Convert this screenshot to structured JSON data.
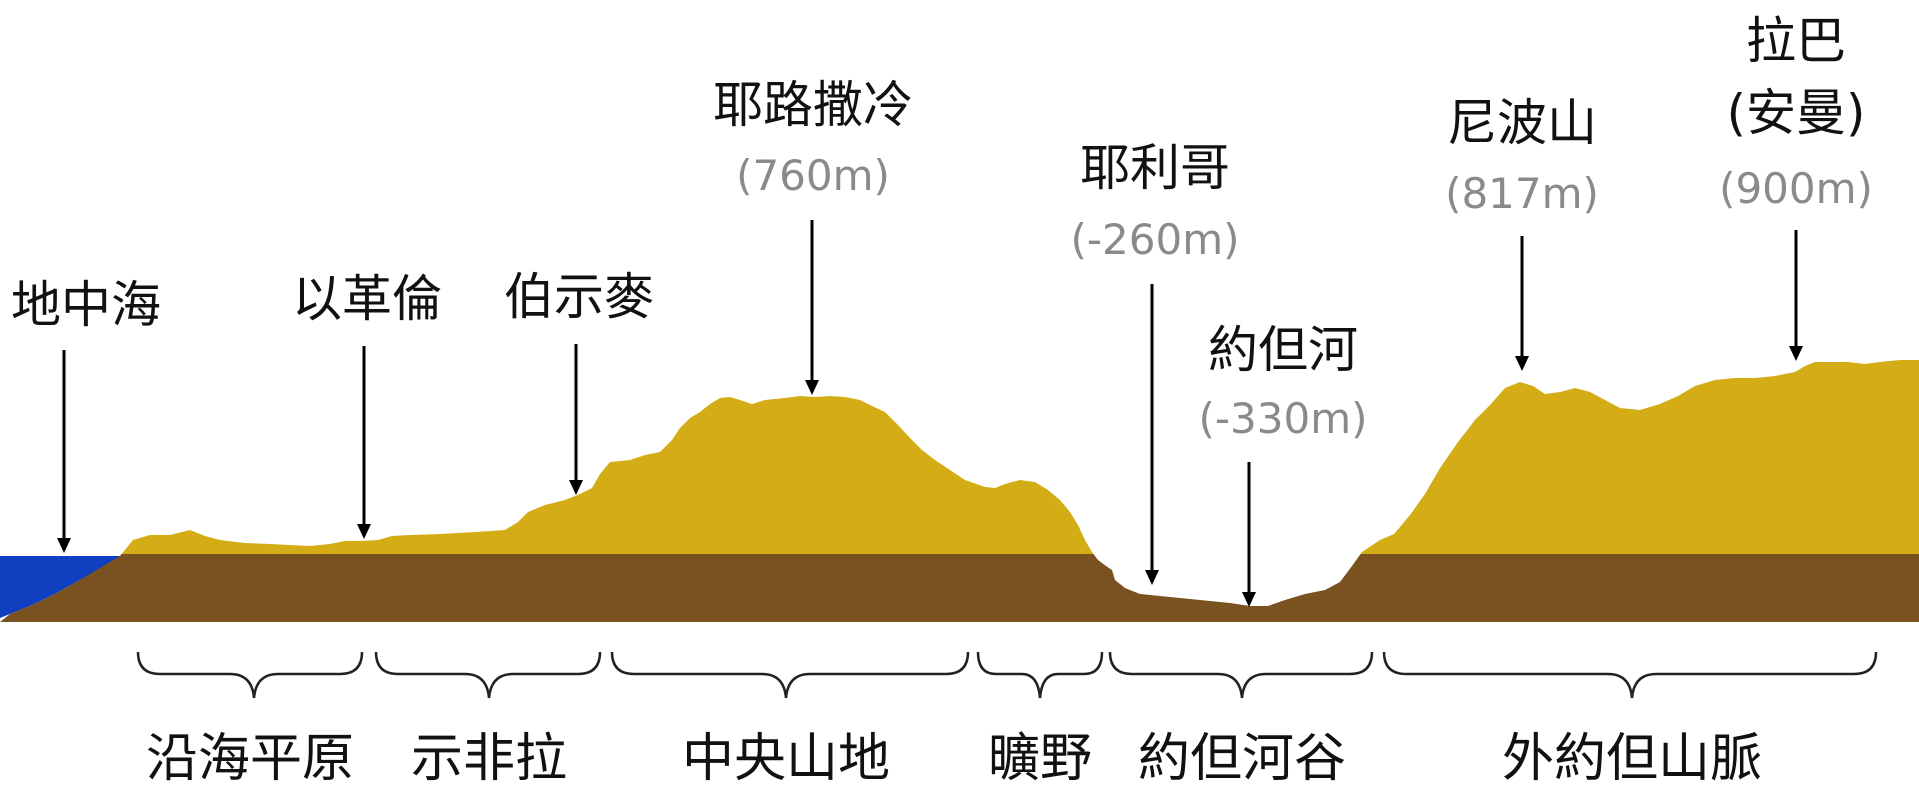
{
  "colors": {
    "sea": "#1040c0",
    "land_above": "#d4ad16",
    "land_below": "#7a5220",
    "label": "#111111",
    "elevation": "#8a8a8a"
  },
  "places": [
    {
      "id": "mediterranean",
      "name": "地中海",
      "elevation": ""
    },
    {
      "id": "ekron",
      "name": "以革倫",
      "elevation": ""
    },
    {
      "id": "beersheba",
      "name": "伯示麥",
      "elevation": ""
    },
    {
      "id": "jerusalem",
      "name": "耶路撒冷",
      "elevation": "(760m)"
    },
    {
      "id": "jericho",
      "name": "耶利哥",
      "elevation": "(-260m)"
    },
    {
      "id": "jordan-river",
      "name": "約但河",
      "elevation": "(-330m)"
    },
    {
      "id": "mount-nebo",
      "name": "尼波山",
      "elevation": "(817m)"
    },
    {
      "id": "rabbah",
      "name": "拉巴",
      "name2": "(安曼)",
      "elevation": "(900m)"
    }
  ],
  "regions": [
    {
      "id": "coastal-plain",
      "name": "沿海平原"
    },
    {
      "id": "shephelah",
      "name": "示非拉"
    },
    {
      "id": "central-highlands",
      "name": "中央山地"
    },
    {
      "id": "wilderness",
      "name": "曠野"
    },
    {
      "id": "jordan-valley",
      "name": "約但河谷"
    },
    {
      "id": "transjordan-mountains",
      "name": "外約但山脈"
    }
  ]
}
